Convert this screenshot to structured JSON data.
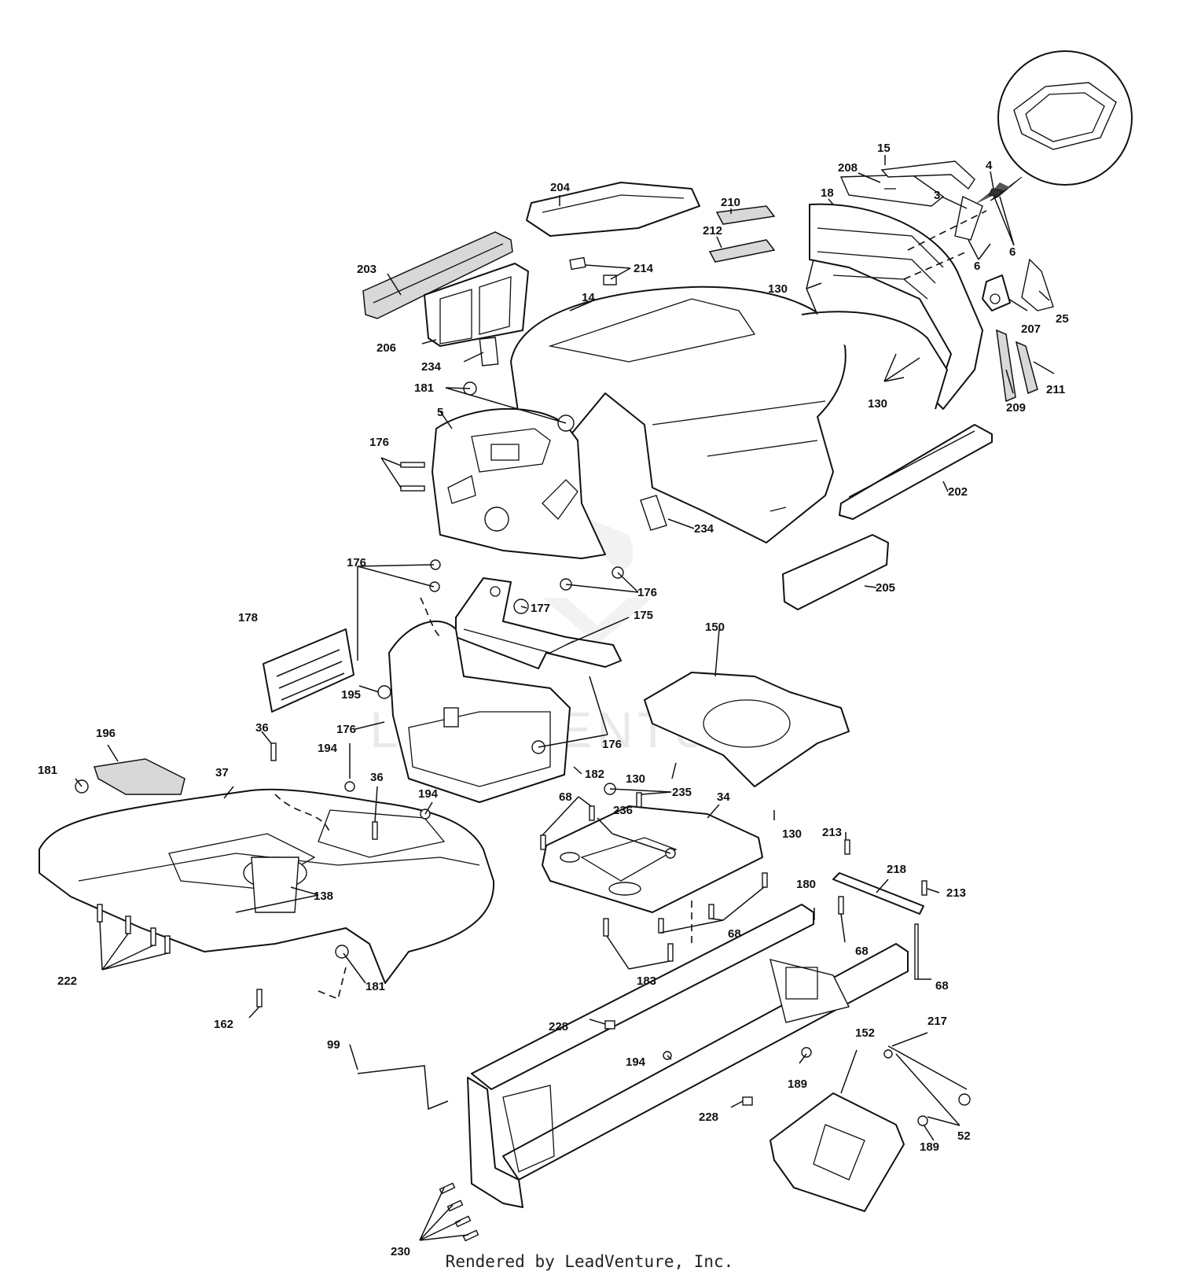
{
  "watermark": "LEADVENTURE",
  "footer": "Rendered by LeadVenture, Inc.",
  "callouts": [
    {
      "id": "c15",
      "label": "15"
    },
    {
      "id": "c208",
      "label": "208"
    },
    {
      "id": "c18",
      "label": "18"
    },
    {
      "id": "c3",
      "label": "3"
    },
    {
      "id": "c4",
      "label": "4"
    },
    {
      "id": "c6a",
      "label": "6"
    },
    {
      "id": "c6b",
      "label": "6"
    },
    {
      "id": "c204",
      "label": "204"
    },
    {
      "id": "c210",
      "label": "210"
    },
    {
      "id": "c212",
      "label": "212"
    },
    {
      "id": "c214",
      "label": "214"
    },
    {
      "id": "c203",
      "label": "203"
    },
    {
      "id": "c130a",
      "label": "130"
    },
    {
      "id": "c14",
      "label": "14"
    },
    {
      "id": "c25",
      "label": "25"
    },
    {
      "id": "c207",
      "label": "207"
    },
    {
      "id": "c206",
      "label": "206"
    },
    {
      "id": "c234a",
      "label": "234"
    },
    {
      "id": "c130b",
      "label": "130"
    },
    {
      "id": "c209",
      "label": "209"
    },
    {
      "id": "c211",
      "label": "211"
    },
    {
      "id": "c181a",
      "label": "181"
    },
    {
      "id": "c5",
      "label": "5"
    },
    {
      "id": "c176a",
      "label": "176"
    },
    {
      "id": "c202",
      "label": "202"
    },
    {
      "id": "c234b",
      "label": "234"
    },
    {
      "id": "c176b",
      "label": "176"
    },
    {
      "id": "c176c",
      "label": "176"
    },
    {
      "id": "c205",
      "label": "205"
    },
    {
      "id": "c177",
      "label": "177"
    },
    {
      "id": "c175",
      "label": "175"
    },
    {
      "id": "c178",
      "label": "178"
    },
    {
      "id": "c150",
      "label": "150"
    },
    {
      "id": "c195",
      "label": "195"
    },
    {
      "id": "c176d",
      "label": "176"
    },
    {
      "id": "c176e",
      "label": "176"
    },
    {
      "id": "c196",
      "label": "196"
    },
    {
      "id": "c36a",
      "label": "36"
    },
    {
      "id": "c194a",
      "label": "194"
    },
    {
      "id": "c130c",
      "label": "130"
    },
    {
      "id": "c181b",
      "label": "181"
    },
    {
      "id": "c37",
      "label": "37"
    },
    {
      "id": "c36b",
      "label": "36"
    },
    {
      "id": "c182",
      "label": "182"
    },
    {
      "id": "c194b",
      "label": "194"
    },
    {
      "id": "c235",
      "label": "235"
    },
    {
      "id": "c68a",
      "label": "68"
    },
    {
      "id": "c34",
      "label": "34"
    },
    {
      "id": "c236",
      "label": "236"
    },
    {
      "id": "c130d",
      "label": "130"
    },
    {
      "id": "c213a",
      "label": "213"
    },
    {
      "id": "c138",
      "label": "138"
    },
    {
      "id": "c218",
      "label": "218"
    },
    {
      "id": "c213b",
      "label": "213"
    },
    {
      "id": "c180",
      "label": "180"
    },
    {
      "id": "c68b",
      "label": "68"
    },
    {
      "id": "c68c",
      "label": "68"
    },
    {
      "id": "c222",
      "label": "222"
    },
    {
      "id": "c183",
      "label": "183"
    },
    {
      "id": "c68d",
      "label": "68"
    },
    {
      "id": "c181c",
      "label": "181"
    },
    {
      "id": "c162",
      "label": "162"
    },
    {
      "id": "c228a",
      "label": "228"
    },
    {
      "id": "c217",
      "label": "217"
    },
    {
      "id": "c99",
      "label": "99"
    },
    {
      "id": "c152",
      "label": "152"
    },
    {
      "id": "c194c",
      "label": "194"
    },
    {
      "id": "c189a",
      "label": "189"
    },
    {
      "id": "c228b",
      "label": "228"
    },
    {
      "id": "c52",
      "label": "52"
    },
    {
      "id": "c189b",
      "label": "189"
    },
    {
      "id": "c230",
      "label": "230"
    }
  ]
}
